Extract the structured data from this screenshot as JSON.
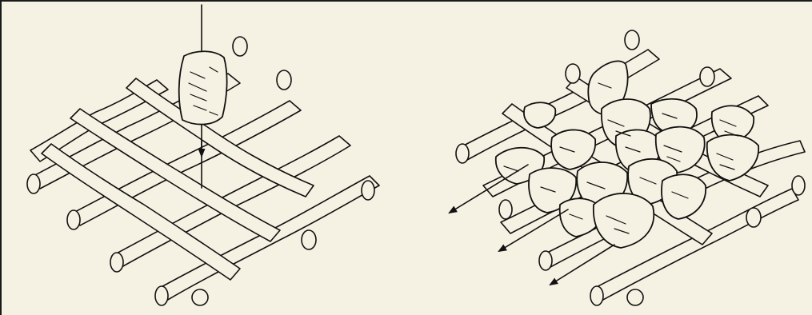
{
  "figure": {
    "panels": [
      {
        "id": "left",
        "illustration": "woven-wire-mesh-with-single-particle",
        "arrow_count": 1
      },
      {
        "id": "right",
        "illustration": "woven-wire-mesh-blinded-by-particles",
        "arrow_count": 3
      }
    ],
    "colors": {
      "background": "#f6f2e3",
      "ink": "#111111",
      "frame": "#1a1a1a"
    }
  }
}
